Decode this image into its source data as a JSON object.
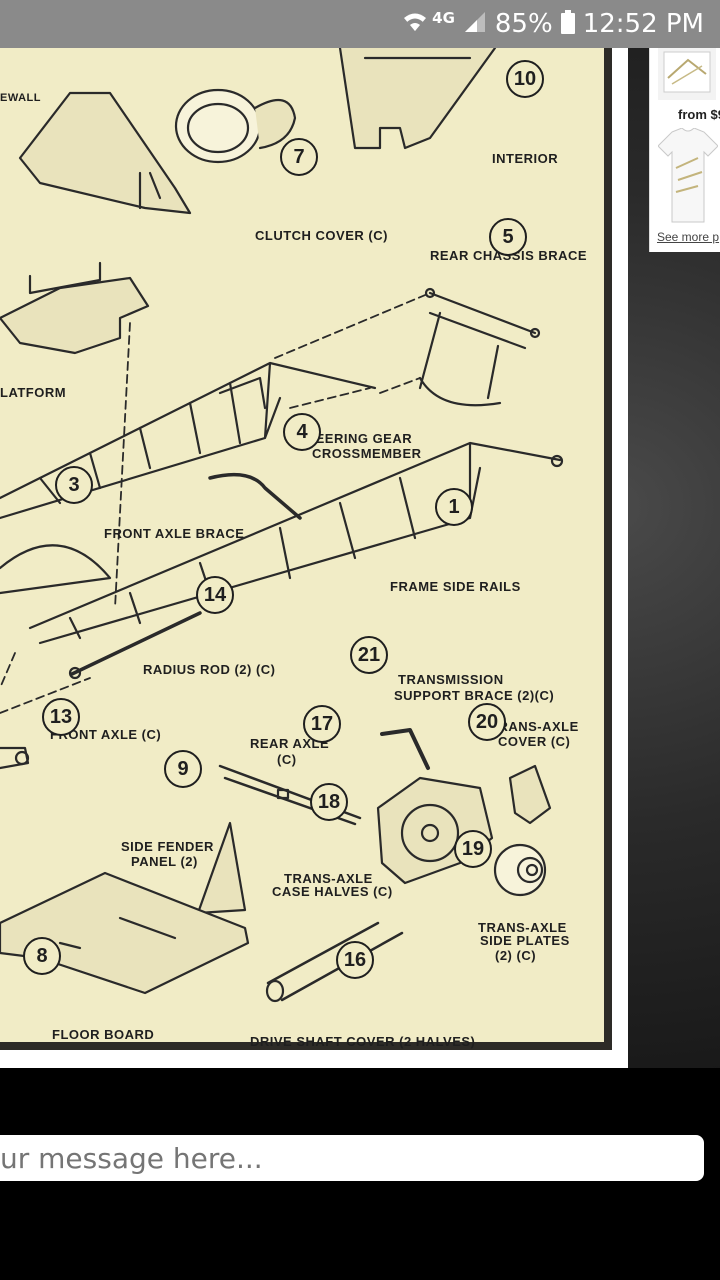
{
  "status_bar": {
    "network": "4G",
    "battery": "85%",
    "time": "12:52 PM"
  },
  "sheet": {
    "labels": {
      "sidewall": "EWALL",
      "interior": "INTERIOR",
      "clutch_cover": "CLUTCH COVER (C)",
      "rear_chassis_brace": "REAR CHASSIS BRACE",
      "platform": "LATFORM",
      "steering_gear_1": "STEERING GEAR",
      "steering_gear_2": "CROSSMEMBER",
      "front_axle_brace": "FRONT AXLE BRACE",
      "frame_side_rails": "FRAME SIDE RAILS",
      "radius_rod": "RADIUS ROD (2) (C)",
      "transmission_1": "TRANSMISSION",
      "transmission_2": "SUPPORT BRACE (2)(C)",
      "front_axle": "FRONT AXLE (C)",
      "rear_axle_1": "REAR AXLE",
      "rear_axle_2": "(C)",
      "trans_axle_cover_1": "TRANS-AXLE",
      "trans_axle_cover_2": "COVER (C)",
      "side_fender_1": "SIDE FENDER",
      "side_fender_2": "PANEL (2)",
      "trans_axle_case_1": "TRANS-AXLE",
      "trans_axle_case_2": "CASE HALVES (C)",
      "trans_axle_plates_1": "TRANS-AXLE",
      "trans_axle_plates_2": "SIDE PLATES",
      "trans_axle_plates_3": "(2) (C)",
      "floor_board": "FLOOR BOARD",
      "drive_shaft_cover": "DRIVE SHAFT COVER (2 HALVES)"
    },
    "numbers": {
      "n10": "10",
      "n7": "7",
      "n5": "5",
      "n4": "4",
      "n3": "3",
      "n1": "1",
      "n14": "14",
      "n21": "21",
      "n13": "13",
      "n17": "17",
      "n20": "20",
      "n9": "9",
      "n18": "18",
      "n19": "19",
      "n8": "8",
      "n16": "16"
    }
  },
  "shop_card": {
    "price": "from $9",
    "link": "See more p"
  },
  "message_input": {
    "placeholder": "ur message here..."
  }
}
